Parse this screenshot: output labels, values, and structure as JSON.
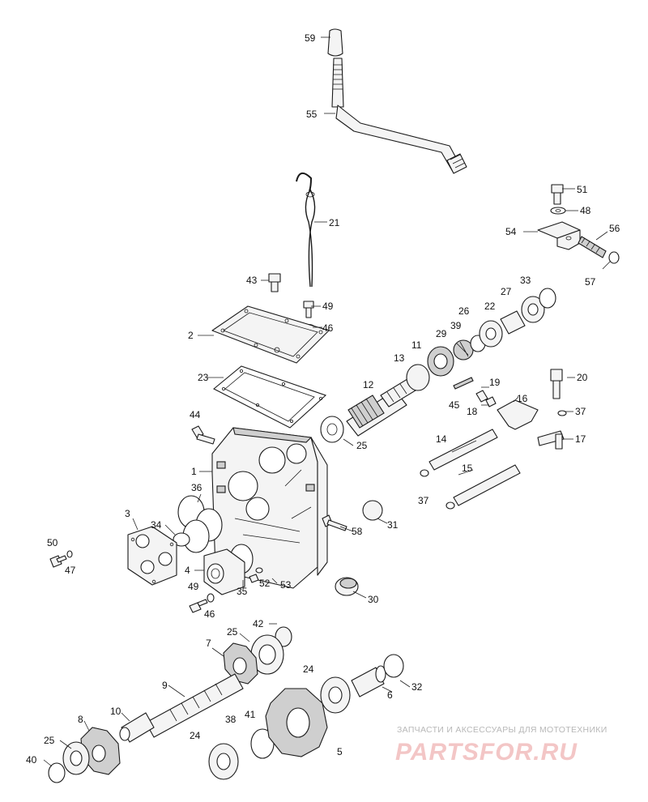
{
  "callouts": [
    "59",
    "55",
    "21",
    "51",
    "48",
    "54",
    "56",
    "57",
    "43",
    "49",
    "46",
    "33",
    "27",
    "22",
    "26",
    "39",
    "29",
    "11",
    "13",
    "12",
    "2",
    "23",
    "20",
    "19",
    "18",
    "45",
    "16",
    "37",
    "44",
    "25",
    "14",
    "17",
    "1",
    "15",
    "36",
    "3",
    "34",
    "37",
    "31",
    "58",
    "50",
    "47",
    "4",
    "52",
    "53",
    "35",
    "49",
    "46",
    "30",
    "42",
    "25",
    "7",
    "24",
    "9",
    "6",
    "32",
    "10",
    "8",
    "38",
    "41",
    "25",
    "24",
    "40",
    "5"
  ],
  "watermark": {
    "top_text": "ЗАПЧАСТИ И АКСЕССУАРЫ ДЛЯ МОТОТЕХНИКИ",
    "logo_text": "PARTSFOR.RU"
  }
}
